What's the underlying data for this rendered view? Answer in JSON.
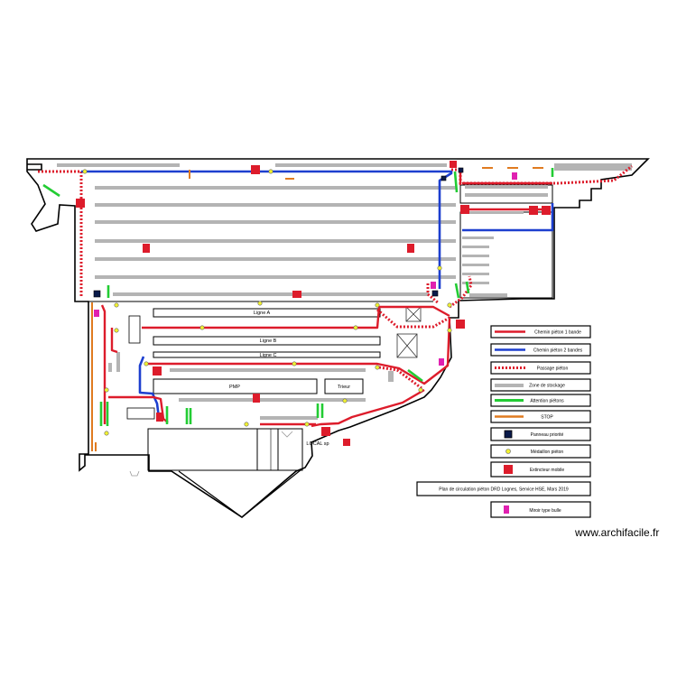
{
  "labels": {
    "ligne_a": "Ligne A",
    "ligne_b": "Ligne B",
    "ligne_c": "Ligne C",
    "pmp": "PMP",
    "trieur": "Trieur",
    "local": "LOCAL sp"
  },
  "legend": {
    "items": [
      {
        "label": "Chemin piéton 1 bande",
        "symbol": "red-line-icon"
      },
      {
        "label": "Chemin piéton 2 bandes",
        "symbol": "blue-line-icon"
      },
      {
        "label": "Passage piéton",
        "symbol": "crossing-icon"
      },
      {
        "label": "Zone de stockage",
        "symbol": "storage-icon"
      },
      {
        "label": "Attention piétons",
        "symbol": "green-line-icon"
      },
      {
        "label": "STOP",
        "symbol": "orange-line-icon"
      },
      {
        "label": "Panneau priorité",
        "symbol": "priority-sign-icon"
      },
      {
        "label": "Médaillon piéton",
        "symbol": "medallion-icon"
      },
      {
        "label": "Extincteur mobile",
        "symbol": "extinguisher-icon"
      }
    ],
    "caption": "Plan de circulation piéton DRD Lognes, Service HSE, Mars 2019",
    "mirror_label": "Miroir type bulle"
  },
  "watermark": "www.archifacile.fr",
  "colors": {
    "red_path": "#dd1c2b",
    "blue_path": "#1d3fcf",
    "storage": "#b4b4b4",
    "attention": "#22cc33",
    "stop": "#e07b20",
    "mirror": "#e020b0",
    "priority": "#0a1a4a",
    "medallion": "#f2f230"
  }
}
